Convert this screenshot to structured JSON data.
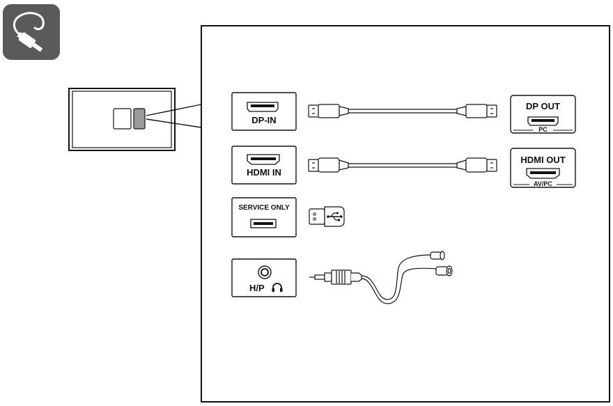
{
  "ports": {
    "dp_in": "DP-IN",
    "hdmi_in": "HDMI IN",
    "service_only": "SERVICE ONLY",
    "hp": "H/P"
  },
  "sources": {
    "dp_out": "DP OUT",
    "dp_out_sub": "PC",
    "hdmi_out": "HDMI OUT",
    "hdmi_out_sub": "AV/PC"
  },
  "icons": {
    "badge": "cable-connection-icon",
    "usb": "usb-icon",
    "headphone": "headphone-icon"
  },
  "colors": {
    "badge_bg": "#5a5a5a",
    "line": "#111111",
    "port_highlight": "#9a9a9a"
  }
}
